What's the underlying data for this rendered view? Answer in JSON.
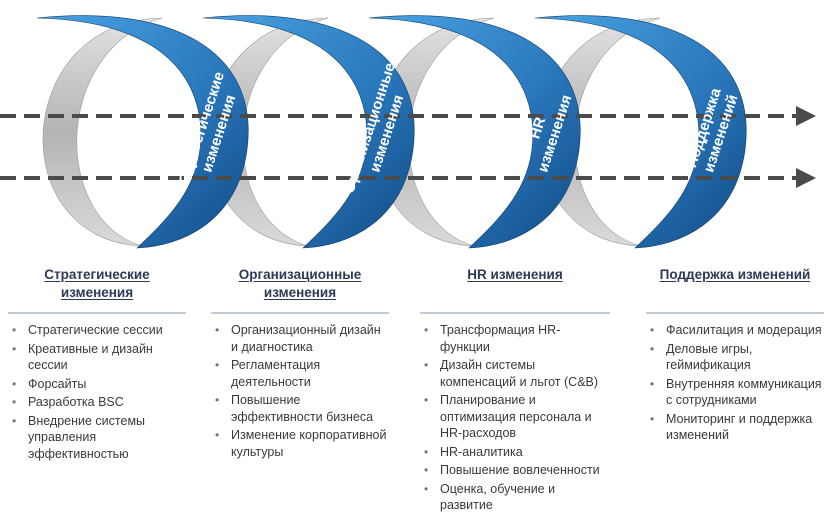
{
  "colors": {
    "blue_light": "#3e97d8",
    "blue_dark": "#155089",
    "gray_light": "#d6d6d6",
    "gray_dark": "#8a8a8a",
    "arrow": "#4a4a4a",
    "heading": "#2b3b55",
    "text": "#3a3a3a"
  },
  "ribbon_labels": [
    "Стратегические изменения",
    "Организационные изменения",
    "HR изменения",
    "Поддержка изменений"
  ],
  "columns": [
    {
      "title": "Стратегические изменения",
      "items": [
        "Стратегические сессии",
        "Креативные и дизайн сессии",
        "Форсайты",
        "Разработка BSC",
        "Внедрение системы управления эффективностью"
      ]
    },
    {
      "title": "Организационные изменения",
      "items": [
        "Организационный дизайн и диагностика",
        "Регламентация деятельности",
        "Повышение эффективности бизнеса",
        "Изменение корпоративной культуры"
      ]
    },
    {
      "title": "HR изменения",
      "items": [
        "Трансформация HR-функции",
        "Дизайн системы компенсаций и льгот (C&B)",
        "Планирование и оптимизация персонала и HR-расходов",
        "HR-аналитика",
        "Повышение вовлеченности",
        "Оценка, обучение и развитие"
      ]
    },
    {
      "title": "Поддержка изменений",
      "items": [
        "Фасилитация и модерация",
        "Деловые игры, геймификация",
        "Внутренняя коммуникация с сотрудниками",
        "Мониторинг и поддержка изменений"
      ]
    }
  ]
}
